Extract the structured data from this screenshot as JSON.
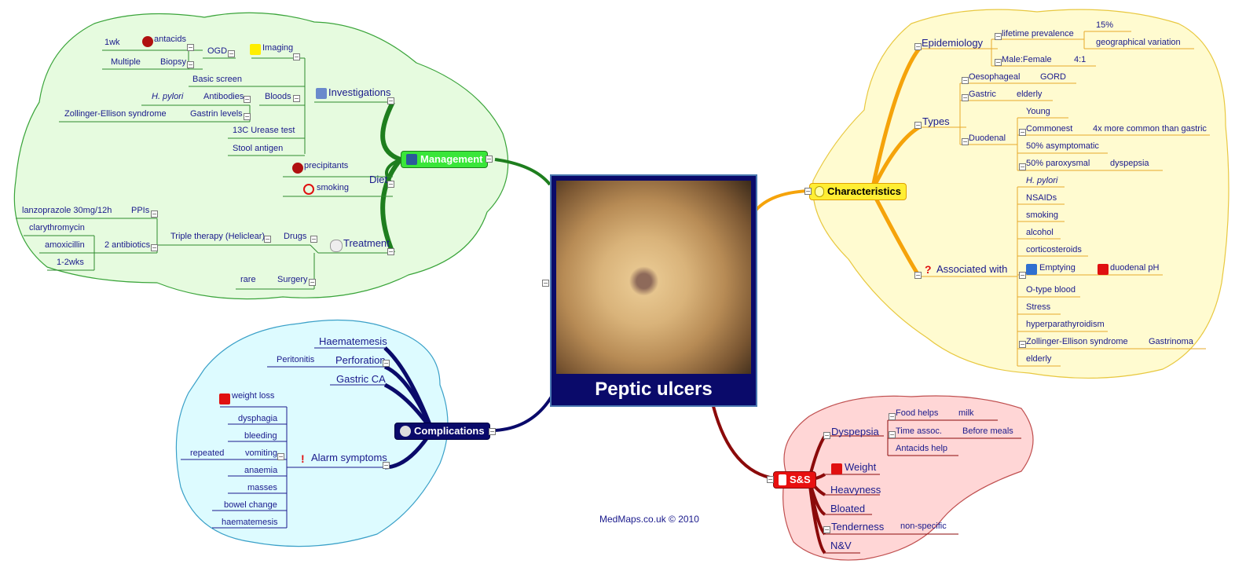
{
  "center": {
    "title": "Peptic ulcers"
  },
  "footer": "MedMaps.co.uk © 2010",
  "colors": {
    "management": "#1e7e1e",
    "characteristics": "#f5a30a",
    "complications": "#0a0a6a",
    "ss": "#8b0a0a"
  },
  "management": {
    "label": "Management",
    "investigations": "Investigations",
    "imaging": "Imaging",
    "ogd": "OGD",
    "antacids": "antacids",
    "wk1": "1wk",
    "biopsy": "Biopsy",
    "multiple": "Multiple",
    "bloods": "Bloods",
    "basic_screen": "Basic screen",
    "antibodies": "Antibodies",
    "hpylori": "H. pylori",
    "gastrin": "Gastrin levels",
    "zes": "Zollinger-Ellison syndrome",
    "urease": "13C Urease test",
    "stool": "Stool antigen",
    "diet": "Diet",
    "precipitants": "precipitants",
    "smoking": "smoking",
    "treatment": "Treatment",
    "drugs": "Drugs",
    "triple": "Triple therapy (Heliclear)",
    "ppis": "PPIs",
    "lanzo": "lanzoprazole 30mg/12h",
    "antibiotics": "2 antibiotics",
    "clary": "clarythromycin",
    "amox": "amoxicillin",
    "weeks": "1-2wks",
    "surgery": "Surgery",
    "rare": "rare"
  },
  "characteristics": {
    "label": "Characteristics",
    "epidemiology": "Epidemiology",
    "lifetime": "lifetime prevalence",
    "pct15": "15%",
    "geo": "geographical variation",
    "mf": "Male:Female",
    "ratio": "4:1",
    "types": "Types",
    "oeso": "Oesophageal",
    "gord": "GORD",
    "gastric": "Gastric",
    "elderly": "elderly",
    "duodenal": "Duodenal",
    "young": "Young",
    "commonest": "Commonest",
    "fourx": "4x more common than gastric",
    "asym": "50% asymptomatic",
    "parox": "50% paroxysmal",
    "dyspepsia": "dyspepsia",
    "associated": "Associated with",
    "a_hpylori": "H. pylori",
    "nsaids": "NSAIDs",
    "a_smoking": "smoking",
    "alcohol": "alcohol",
    "cortico": "corticosteroids",
    "emptying": "Emptying",
    "duod_ph": "duodenal pH",
    "otype": "O-type blood",
    "stress": "Stress",
    "hyperpara": "hyperparathyroidism",
    "a_zes": "Zollinger-Ellison syndrome",
    "gastrinoma": "Gastrinoma",
    "a_elderly": "elderly"
  },
  "complications": {
    "label": "Complications",
    "haematemesis": "Haematemesis",
    "perforation": "Perforation",
    "peritonitis": "Peritonitis",
    "gastric_ca": "Gastric CA",
    "alarm": "Alarm symptoms",
    "weight_loss": "weight loss",
    "dysphagia": "dysphagia",
    "bleeding": "bleeding",
    "vomiting": "vomiting",
    "repeated": "repeated",
    "anaemia": "anaemia",
    "masses": "masses",
    "bowel": "bowel change",
    "haem2": "haematemesis"
  },
  "ss": {
    "label": "S&S",
    "dyspepsia": "Dyspepsia",
    "food": "Food helps",
    "milk": "milk",
    "time": "Time assoc.",
    "before": "Before meals",
    "antacids": "Antacids help",
    "weight": "Weight",
    "heavy": "Heavyness",
    "bloated": "Bloated",
    "tender": "Tenderness",
    "nonspec": "non-specific",
    "nv": "N&V"
  }
}
